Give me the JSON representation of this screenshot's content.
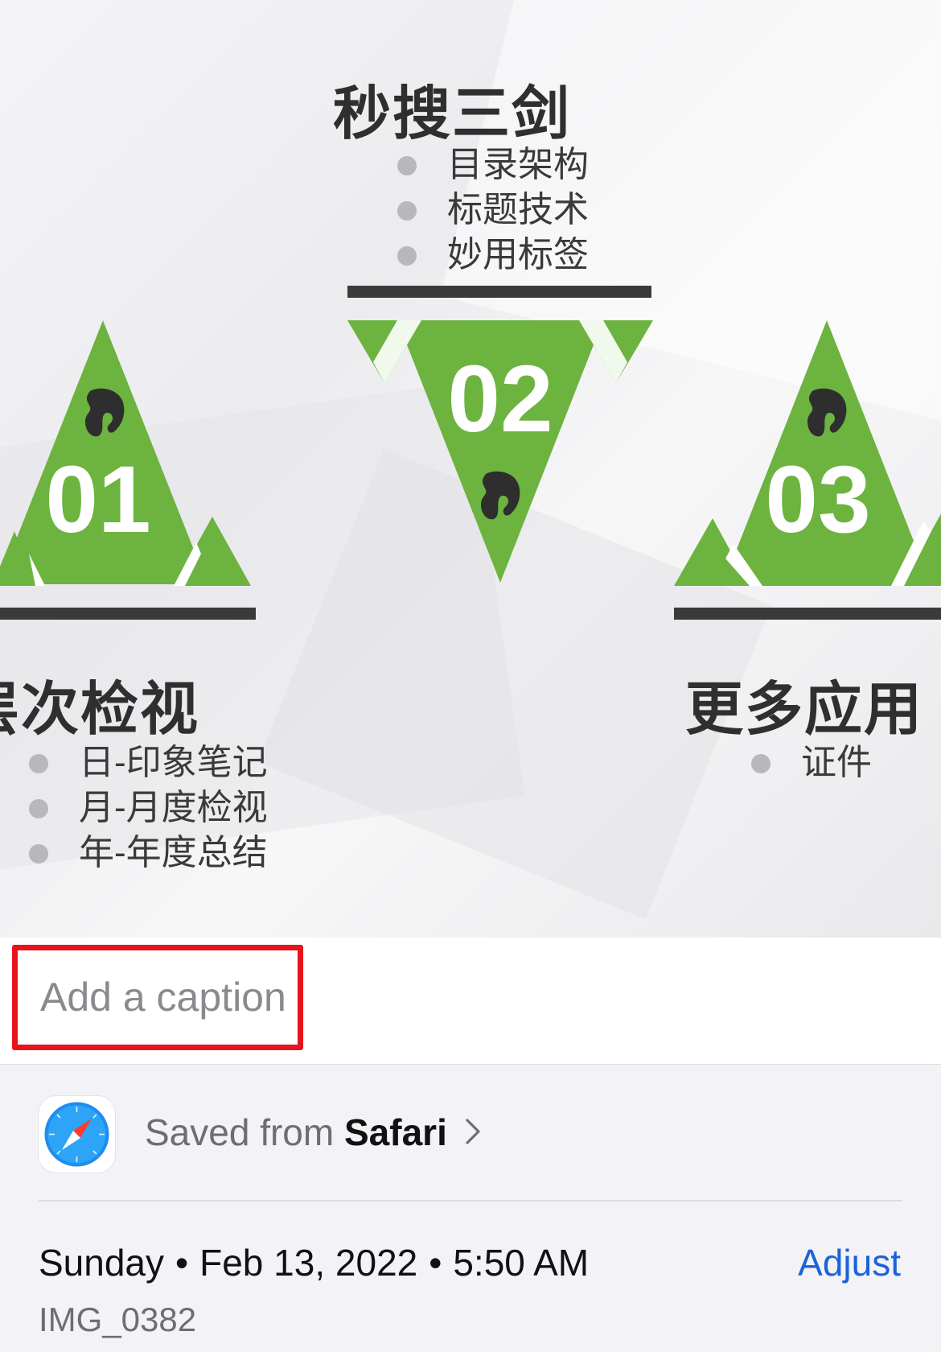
{
  "photo": {
    "slides": {
      "center_title": "秒搜三剑",
      "center_bullets": [
        "目录架构",
        "标题技术",
        "妙用标签"
      ],
      "left_number": "01",
      "center_number": "02",
      "right_number": "03",
      "left_title": "层次检视",
      "left_bullets": [
        "日-印象笔记",
        "月-月度检视",
        "年-年度总结"
      ],
      "right_title": "更多应用",
      "right_bullets": [
        "证件"
      ],
      "accent_color": "#6db33f"
    }
  },
  "caption": {
    "placeholder": "Add a caption"
  },
  "info": {
    "saved_prefix": "Saved from",
    "source_app": "Safari",
    "day": "Sunday",
    "date": "Feb 13, 2022",
    "time": "5:50 AM",
    "separator": "•",
    "adjust_label": "Adjust",
    "filename": "IMG_0382"
  }
}
